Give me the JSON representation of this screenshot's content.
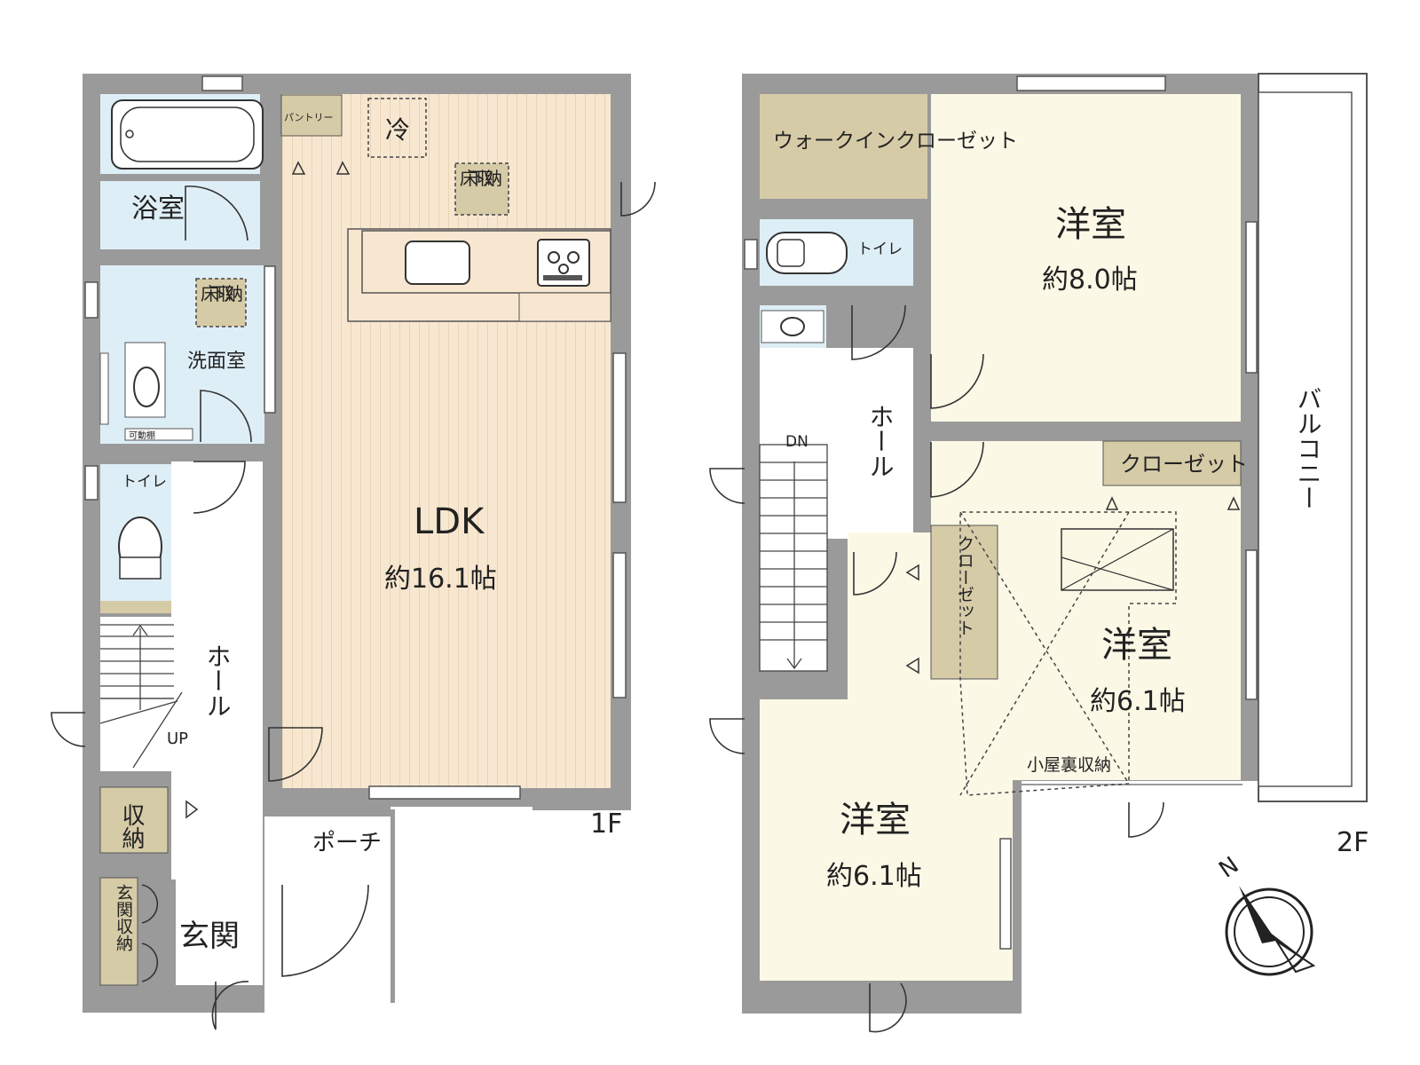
{
  "floor1": {
    "level": "1F",
    "rooms": {
      "bath": "浴室",
      "washroom": "洗面室",
      "toilet": "トイレ",
      "hall": "ホール",
      "storage": "収納",
      "entrance": "玄関",
      "entrance_storage": "玄関収納",
      "porch": "ポーチ",
      "ldk": {
        "name": "LDK",
        "size": "約16.1帖"
      }
    },
    "labels": {
      "pantry": "パントリー",
      "fridge": "冷",
      "underfloor_kitchen": "床下収納",
      "underfloor_wash": "床下収納",
      "movable_shelf": "可動棚",
      "up": "UP"
    }
  },
  "floor2": {
    "level": "2F",
    "rooms": {
      "walk_in_closet": "ウォークインクローゼット",
      "toilet": "トイレ",
      "hall": "ホール",
      "closet_right": "クローゼット",
      "closet_middle": "クローゼット",
      "balcony": "バルコニー",
      "room1": {
        "name": "洋室",
        "size": "約8.0帖"
      },
      "room2": {
        "name": "洋室",
        "size": "約6.1帖"
      },
      "room3": {
        "name": "洋室",
        "size": "約6.1帖"
      },
      "attic_storage": "小屋裏収納"
    },
    "labels": {
      "dn": "DN"
    }
  },
  "compass": {
    "north_label": "N"
  },
  "colors": {
    "wall": "#9a9a9a",
    "wet_area": "#deeef6",
    "ldk_floor": "#f8e7d0",
    "bedroom_floor": "#fcf8e6",
    "closet_fill": "#d6cba7",
    "hall_floor": "#ffffff"
  }
}
